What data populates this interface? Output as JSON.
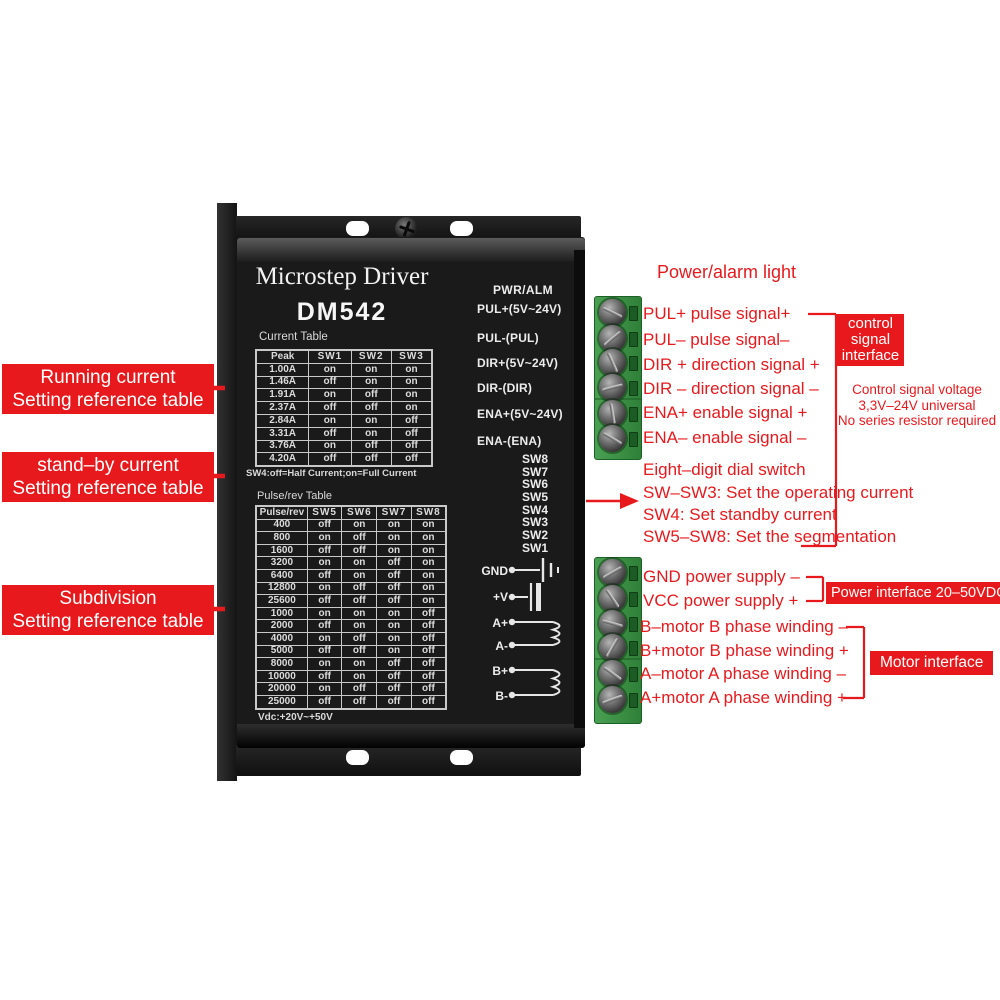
{
  "colors": {
    "red": "#e8191d",
    "panel": "#1a1a1a",
    "terminal_green": "#3c9144",
    "panel_text": "#ececec"
  },
  "device": {
    "title": "Microstep Driver",
    "model": "DM542",
    "pwr_label": "PWR/ALM",
    "current_table": {
      "caption": "Current Table",
      "headers": [
        "Peak",
        "SW1",
        "SW2",
        "SW3"
      ],
      "rows": [
        [
          "1.00A",
          "on",
          "on",
          "on"
        ],
        [
          "1.46A",
          "off",
          "on",
          "on"
        ],
        [
          "1.91A",
          "on",
          "off",
          "on"
        ],
        [
          "2.37A",
          "off",
          "off",
          "on"
        ],
        [
          "2.84A",
          "on",
          "on",
          "off"
        ],
        [
          "3.31A",
          "off",
          "on",
          "off"
        ],
        [
          "3.76A",
          "on",
          "off",
          "off"
        ],
        [
          "4.20A",
          "off",
          "off",
          "off"
        ]
      ]
    },
    "sw4_note": "SW4:off=Half Current;on=Full Current",
    "pulse_table": {
      "caption": "Pulse/rev Table",
      "headers": [
        "Pulse/rev",
        "SW5",
        "SW6",
        "SW7",
        "SW8"
      ],
      "rows": [
        [
          "400",
          "off",
          "on",
          "on",
          "on"
        ],
        [
          "800",
          "on",
          "off",
          "on",
          "on"
        ],
        [
          "1600",
          "off",
          "off",
          "on",
          "on"
        ],
        [
          "3200",
          "on",
          "on",
          "off",
          "on"
        ],
        [
          "6400",
          "off",
          "on",
          "off",
          "on"
        ],
        [
          "12800",
          "on",
          "off",
          "off",
          "on"
        ],
        [
          "25600",
          "off",
          "off",
          "off",
          "on"
        ],
        [
          "1000",
          "on",
          "on",
          "on",
          "off"
        ],
        [
          "2000",
          "off",
          "on",
          "on",
          "off"
        ],
        [
          "4000",
          "on",
          "off",
          "on",
          "off"
        ],
        [
          "5000",
          "off",
          "off",
          "on",
          "off"
        ],
        [
          "8000",
          "on",
          "on",
          "off",
          "off"
        ],
        [
          "10000",
          "off",
          "on",
          "off",
          "off"
        ],
        [
          "20000",
          "on",
          "off",
          "off",
          "off"
        ],
        [
          "25000",
          "off",
          "off",
          "off",
          "off"
        ]
      ]
    },
    "vdc_note": "Vdc:+20V~+50V",
    "signal_terminals": [
      "PUL+(5V~24V)",
      "PUL-(PUL)",
      "DIR+(5V~24V)",
      "DIR-(DIR)",
      "ENA+(5V~24V)",
      "ENA-(ENA)"
    ],
    "dip_switches": [
      "SW8",
      "SW7",
      "SW6",
      "SW5",
      "SW4",
      "SW3",
      "SW2",
      "SW1"
    ],
    "power_terminals": [
      "GND",
      "+V",
      "A+",
      "A-",
      "B+",
      "B-"
    ]
  },
  "annotations": {
    "power_alarm": "Power/alarm light",
    "signal_lines": [
      "PUL+ pulse signal+",
      "PUL– pulse signal–",
      "DIR + direction signal +",
      "DIR – direction signal –",
      "ENA+ enable signal +",
      "ENA– enable signal –"
    ],
    "control_box": [
      "control",
      "signal",
      "interface"
    ],
    "control_note": [
      "Control signal voltage",
      "3,3V–24V universal",
      "No series resistor required"
    ],
    "dial_lines": [
      "Eight–digit dial switch",
      "SW–SW3: Set the operating current",
      "SW4: Set standby current",
      "SW5–SW8: Set the segmentation"
    ],
    "power_lines": [
      "GND power supply –",
      "VCC power supply +"
    ],
    "power_box": "Power interface 20–50VDC",
    "motor_lines": [
      "B–motor B phase winding –",
      "B+motor B phase winding +",
      "A–motor A phase winding –",
      "A+motor A phase winding +"
    ],
    "motor_box": "Motor interface",
    "left_boxes": [
      [
        "Running current",
        "Setting reference table"
      ],
      [
        "stand–by current",
        "Setting reference table"
      ],
      [
        "Subdivision",
        "Setting reference table"
      ]
    ]
  }
}
